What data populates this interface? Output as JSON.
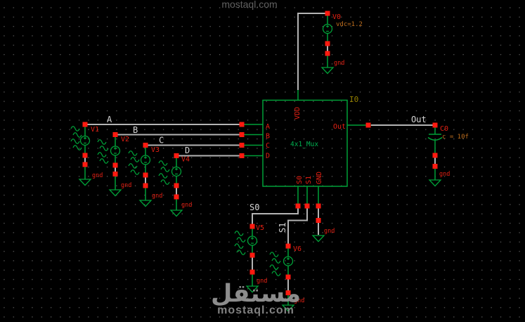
{
  "mux": {
    "instance": "I0",
    "cell": "4x1_Mux",
    "pins": {
      "vdd": "VDD",
      "a": "A",
      "b": "B",
      "c": "C",
      "d": "D",
      "out": "Out",
      "s0": "S0",
      "s1": "S1",
      "gnd": "GND"
    }
  },
  "nets": {
    "a": "A",
    "b": "B",
    "c": "C",
    "d": "D",
    "out": "Out",
    "s0": "S0",
    "s1": "S1"
  },
  "parts": {
    "v0": {
      "name": "V0",
      "param": "vdc=1.2"
    },
    "v1": {
      "name": "V1"
    },
    "v2": {
      "name": "V2"
    },
    "v3": {
      "name": "V3"
    },
    "v4": {
      "name": "V4"
    },
    "v5": {
      "name": "V5"
    },
    "v6": {
      "name": "V6"
    },
    "c0": {
      "name": "C0",
      "param": "c = 10f"
    }
  },
  "labels": {
    "gnd": "gnd"
  },
  "watermark": {
    "top": "mostaql.com",
    "logo": "مستقل",
    "site": "mostaql.com"
  },
  "colors": {
    "background": "#000000",
    "wire_silver": "#b4b4b4",
    "symbol_green": "#00a038",
    "cell_text_green": "#00b050",
    "pin_square_red": "#ff1a10",
    "label_red": "#e62114",
    "param_orange": "#be6e1e",
    "instance_olive": "#968200",
    "net_label_white": "#d7d7d7",
    "grid_dot": "#5a5a5a",
    "watermark_gray": "#989898"
  }
}
